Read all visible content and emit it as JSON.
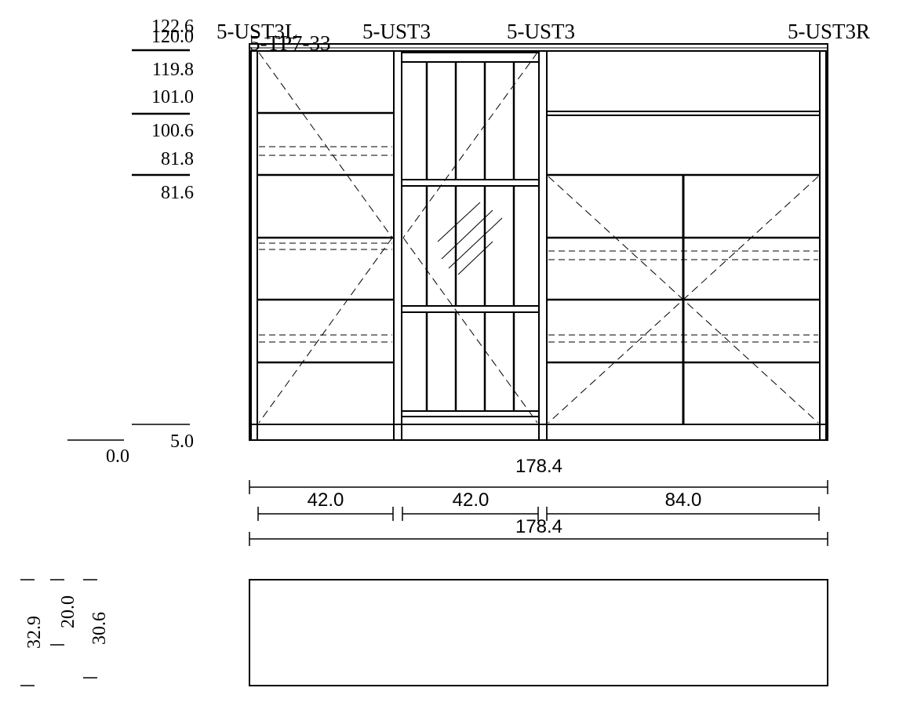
{
  "drawing": {
    "cabinet_labels": {
      "left_l": "5-UST3L",
      "mid_1": "5-UST3",
      "mid_2": "5-UST3",
      "right_r": "5-UST3R",
      "top_panel": "5-TP7-33"
    },
    "levels": {
      "l1": "122.6",
      "l2": "120.0",
      "l3": "119.8",
      "l4": "101.0",
      "l5": "100.6",
      "l6": "81.8",
      "l7": "81.6",
      "l8": "5.0",
      "l9": "0.0"
    },
    "dimensions": {
      "overall_top": "178.4",
      "w1": "42.0",
      "w2": "42.0",
      "w3": "84.0",
      "overall_bottom": "178.4"
    },
    "side_view": {
      "d1": "32.9",
      "d2": "20.0",
      "d3": "30.6"
    }
  }
}
